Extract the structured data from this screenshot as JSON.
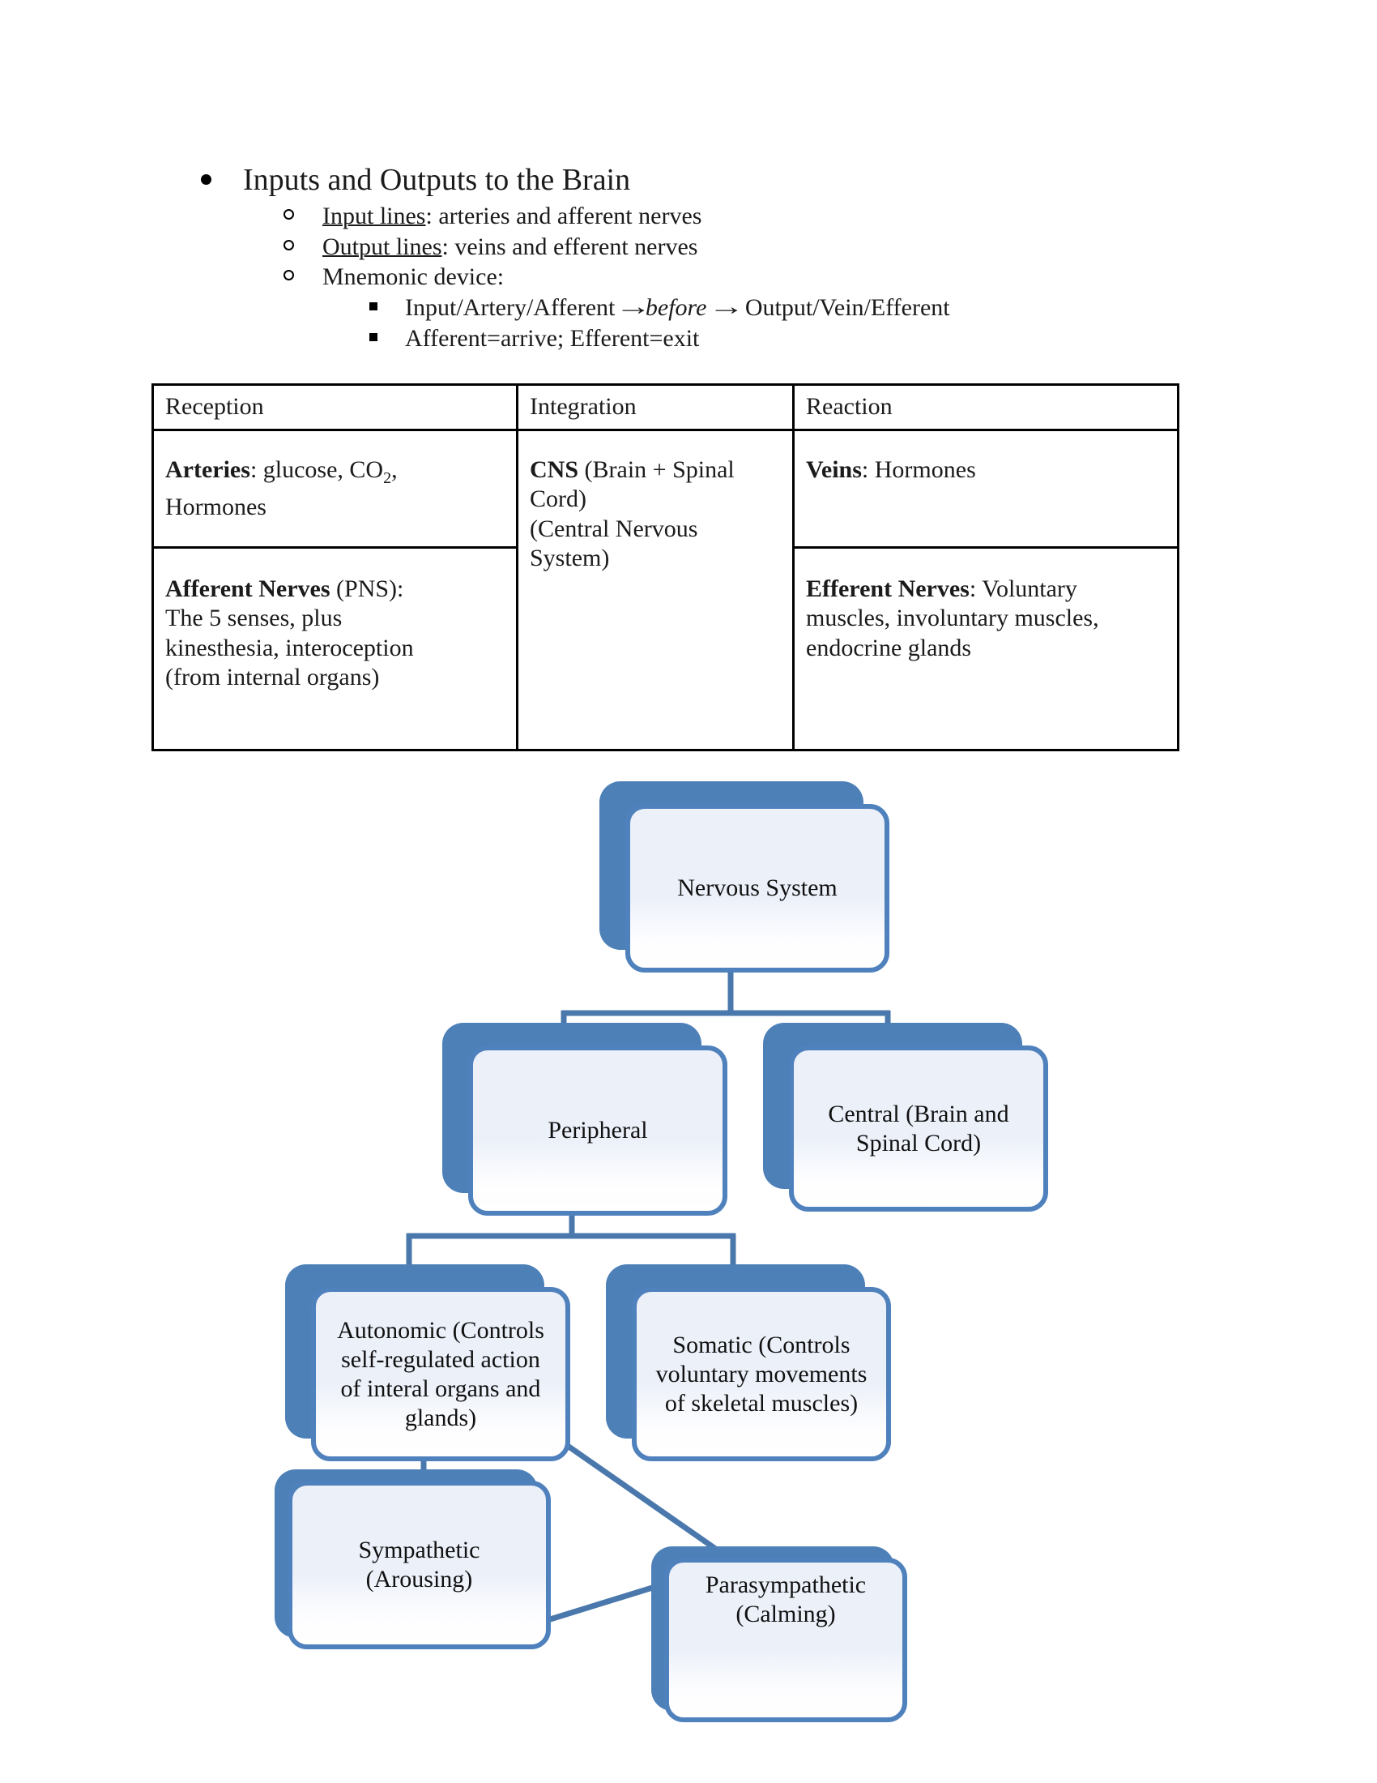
{
  "document": {
    "heading": "Inputs and Outputs to the Brain",
    "list": {
      "input_label": "Input lines",
      "input_rest": ": arteries and afferent nerves",
      "output_label": "Output lines",
      "output_rest": ": veins and efferent nerves",
      "mnemonic_label": "Mnemonic device:",
      "mnemonic": {
        "arrow": "→",
        "item1_pre": "Input/Artery/Afferent ",
        "item1_italic": "before",
        "item1_post": " Output/Vein/Efferent",
        "item2": "Afferent=arrive; Efferent=exit"
      }
    }
  },
  "table": {
    "headers": [
      "Reception",
      "Integration",
      "Reaction"
    ],
    "cells": {
      "arteries": {
        "bold": "Arteries",
        "mid": ": glucose, CO",
        "sub": "2",
        "rest": ", Hormones"
      },
      "cns": {
        "bold": "CNS",
        "rest": " (Brain + Spinal Cord)\n(Central Nervous System)"
      },
      "veins": {
        "bold": "Veins",
        "rest": ": Hormones"
      },
      "afferent": {
        "bold": "Afferent Nerves",
        "rest": " (PNS):\nThe 5 senses, plus\nkinesthesia, interoception\n(from internal organs)"
      },
      "efferent": {
        "bold": "Efferent Nerves",
        "rest": ": Voluntary\nmuscles, involuntary muscles,\nendocrine glands"
      }
    }
  },
  "diagram": {
    "nodes": {
      "nervous_system": {
        "label": "Nervous System"
      },
      "peripheral": {
        "label": "Peripheral"
      },
      "central": {
        "label": "Central (Brain and\nSpinal Cord)"
      },
      "autonomic": {
        "label": "Autonomic (Controls\nself-regulated action\nof interal organs and\nglands)"
      },
      "somatic": {
        "label": "Somatic (Controls\nvoluntary movements\nof skeletal muscles)"
      },
      "sympathetic": {
        "label": "Sympathetic\n(Arousing)"
      },
      "parasympathetic": {
        "label": "Parasympathetic\n(Calming)"
      }
    },
    "colors": {
      "node_shadow": "#4e80b8",
      "node_border": "#4f81bd",
      "node_fill": "#ebf0f9",
      "connector": "#4a78ac"
    }
  }
}
